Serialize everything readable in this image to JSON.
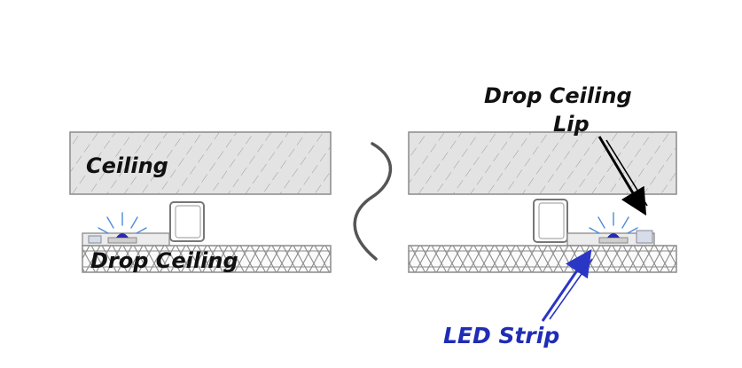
{
  "labels": {
    "left_ceiling": "Ceiling",
    "left_drop_ceiling": "Drop Ceiling",
    "right_drop_ceiling_lip_line1": "Drop Ceiling",
    "right_drop_ceiling_lip_line2": "Lip",
    "right_led_strip": "LED Strip"
  },
  "colors": {
    "background": "#ffffff",
    "ceiling_fill": "#d9d9d9",
    "outline": "#8a8a8a",
    "text": "#111111",
    "led_text": "#1f2db5",
    "led_arrow": "#2a36c4",
    "black_arrow": "#000000",
    "led_glow": "#4a8be0",
    "led_chip": "#2a2ab0"
  }
}
